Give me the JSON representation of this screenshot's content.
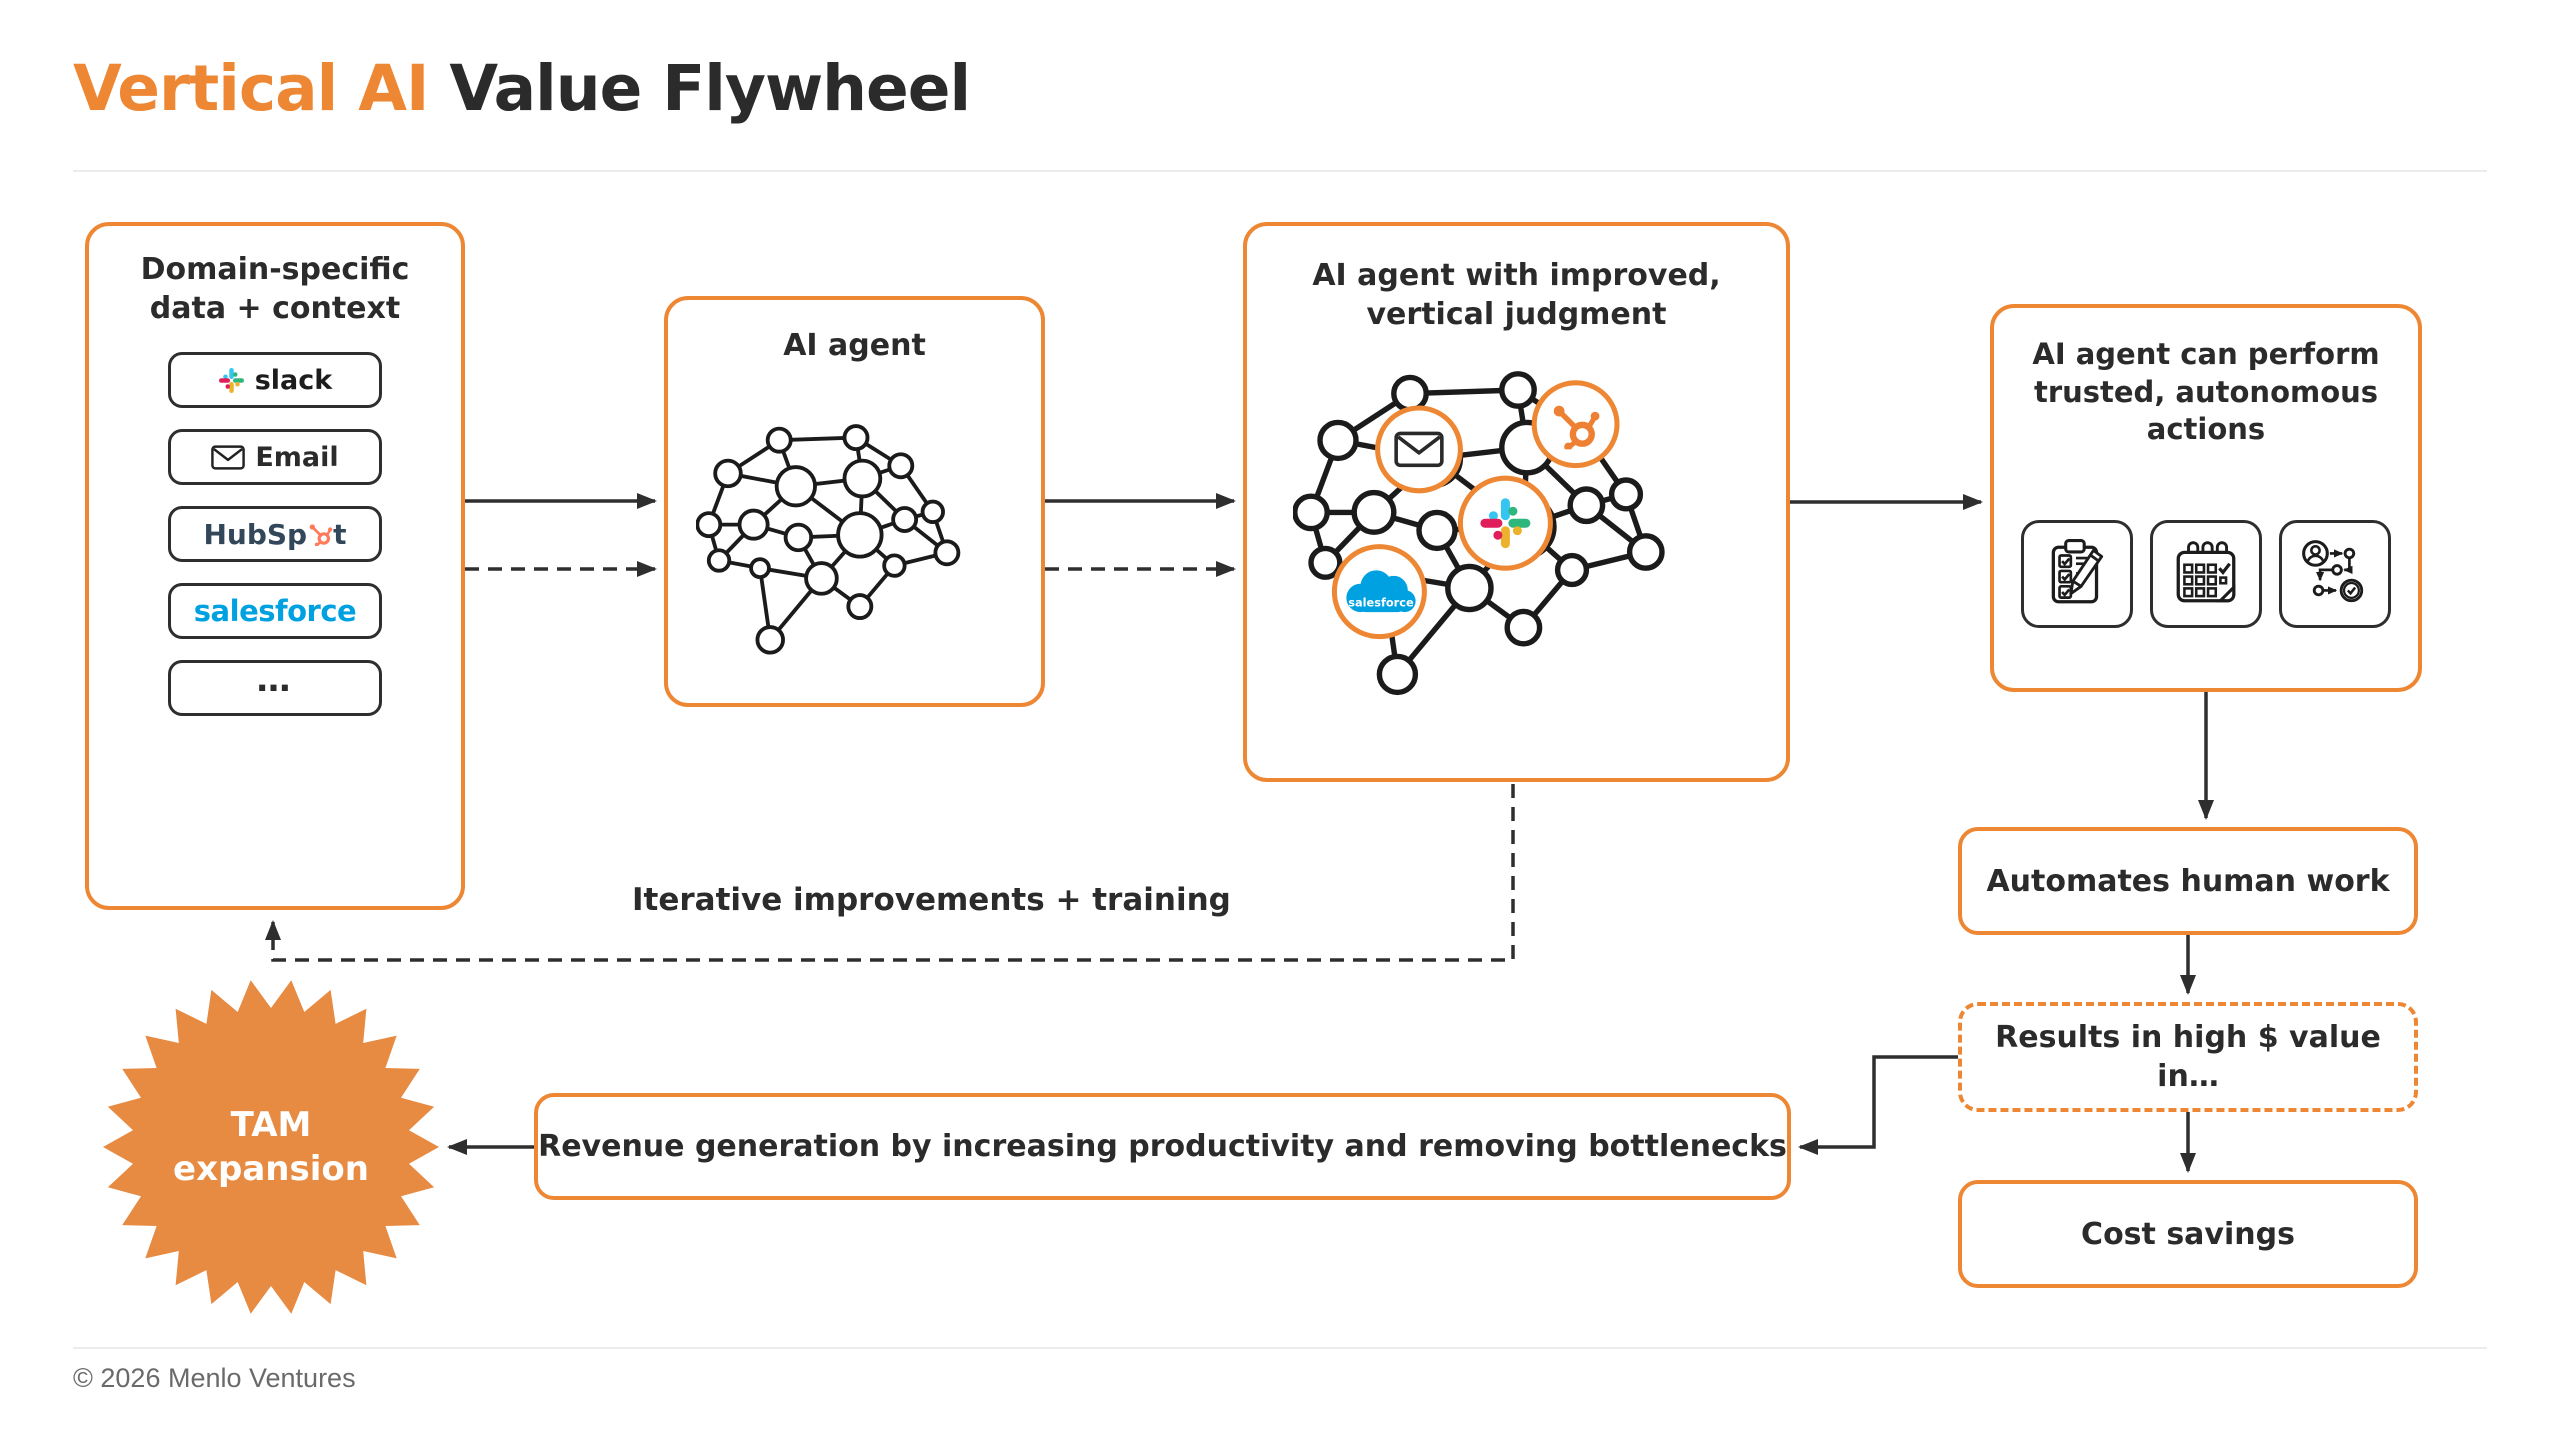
{
  "title": {
    "accent": "Vertical AI",
    "rest": " Value Flywheel"
  },
  "page": {
    "footer": "© 2026 Menlo Ventures"
  },
  "colors": {
    "accent_orange": "#ED8733",
    "starburst_orange": "#E78A42",
    "ink": "#2B2B2B",
    "footer_gray": "#6A6A6A",
    "slack_blue": "#36C5F0",
    "slack_green": "#2EB67D",
    "slack_yellow": "#ECB22E",
    "slack_red": "#E01E5A",
    "salesforce_blue": "#00A1E0",
    "hubspot_ink": "#33475B",
    "hubspot_orange": "#EE8033"
  },
  "data_sources": {
    "title": "Domain-specific data + context",
    "items": [
      {
        "label": "slack",
        "icon": "slack-logo"
      },
      {
        "label": "Email",
        "icon": "envelope-icon"
      },
      {
        "label": "HubSpot",
        "icon": "hubspot-sprocket",
        "prefix": "HubSp",
        "suffix": "t"
      },
      {
        "label": "salesforce",
        "icon": "salesforce-wordmark"
      },
      {
        "label": "…",
        "icon": "ellipsis"
      }
    ]
  },
  "ai_agent": {
    "title": "AI agent"
  },
  "improved_agent": {
    "title": "AI agent with improved, vertical judgment",
    "embedded_tools": [
      "email",
      "hubspot",
      "slack",
      "salesforce"
    ],
    "salesforce_badge_label": "salesforce"
  },
  "trusted_actions": {
    "title": "AI agent can perform trusted, autonomous actions",
    "icons": [
      "checklist-clipboard",
      "calendar-check",
      "workflow-check"
    ]
  },
  "outcomes": {
    "automates": "Automates human work",
    "results": "Results in high $ value in…",
    "cost": "Cost savings"
  },
  "revenue": {
    "label": "Revenue generation by increasing productivity and removing bottlenecks"
  },
  "tam": {
    "line1": "TAM",
    "line2": "expansion"
  },
  "feedback": {
    "label": "Iterative improvements + training"
  }
}
